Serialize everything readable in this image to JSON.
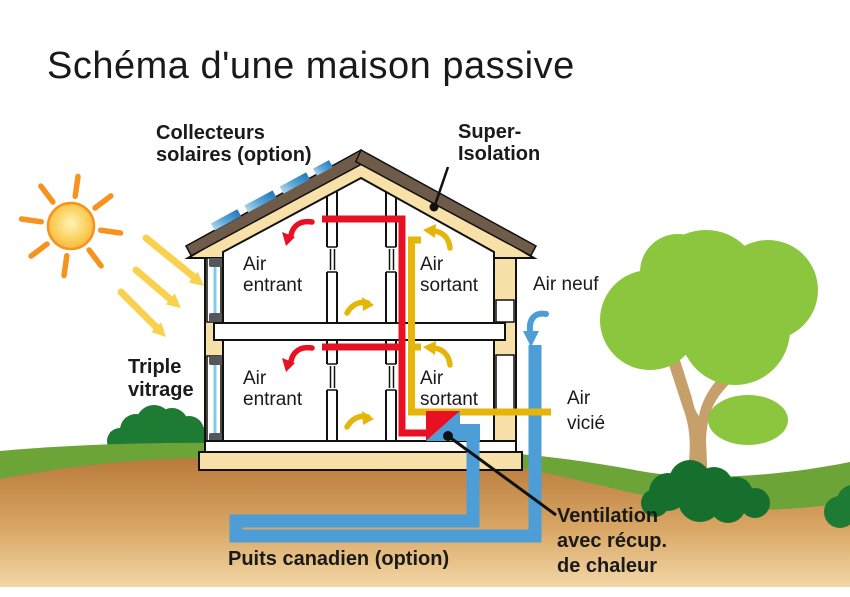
{
  "title": "Schéma d'une maison passive",
  "labels": {
    "collectors": {
      "line1": "Collecteurs",
      "line2": "solaires (option)"
    },
    "super_isolation": {
      "line1": "Super-",
      "line2": "Isolation"
    },
    "triple_glazing": {
      "line1": "Triple",
      "line2": "vitrage"
    },
    "fresh_air": "Air neuf",
    "stale_air": {
      "line1": "Air",
      "line2": "vicié"
    },
    "ground_pipe": "Puits canadien (option)",
    "heat_recovery": {
      "line1": "Ventilation",
      "line2": "avec récup.",
      "line3": "de chaleur"
    },
    "rooms": {
      "top_left": {
        "line1": "Air",
        "line2": "entrant"
      },
      "top_right": {
        "line1": "Air",
        "line2": "sortant"
      },
      "bottom_left": {
        "line1": "Air",
        "line2": "entrant"
      },
      "bottom_right": {
        "line1": "Air",
        "line2": "sortant"
      }
    }
  },
  "colors": {
    "title_blue": "#2E8CC8",
    "duct_red": "#E81123",
    "duct_yellow": "#E5B50A",
    "pipe_blue": "#4D9DD7",
    "sun_ray_yellow": "#FAD14F",
    "sun_orange": "#F6921E",
    "glazing_blue": "#7FCBEF",
    "wall_tan": "#F8E1A8",
    "roof_brown": "#6F5B49",
    "panel_blue": "#1D6FB5",
    "tree_green": "#8CC63F",
    "bush_green": "#176F2D",
    "grass_green": "#6CA437",
    "earth_brown": "#BE7F41",
    "text_black": "#1A1A1A"
  }
}
